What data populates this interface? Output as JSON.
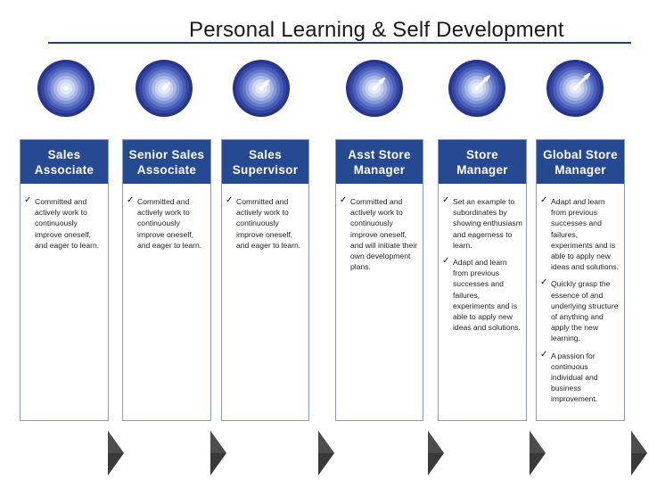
{
  "title": "Personal Learning & Self Development",
  "colors": {
    "accent": "#254a91",
    "rule": "#233f8c",
    "target_outer": "#26348a",
    "target_inner": "#d8e4f8",
    "chevron": "#3a3a3a"
  },
  "stages": [
    {
      "header": [
        "Sales",
        "Associate"
      ],
      "items": [
        "Committed and actively work to continuously improve oneself, and eager to learn."
      ]
    },
    {
      "header": [
        "Senior Sales",
        "Associate"
      ],
      "items": [
        "Committed and actively work to continuously improve oneself, and eager to learn."
      ]
    },
    {
      "header": [
        "Sales",
        "Supervisor"
      ],
      "items": [
        "Committed and actively work to continuously improve oneself, and eager to learn."
      ]
    },
    {
      "header": [
        "Asst Store",
        "Manager"
      ],
      "items": [
        "Committed and actively work to continuously improve oneself, and will initiate their own development plans."
      ]
    },
    {
      "header": [
        "Store",
        "Manager"
      ],
      "items": [
        "Set an example to subordinates by showing enthusiasm and eagerness to learn.",
        "Adapt and learn from previous successes and failures, experiments and is able to apply new ideas and solutions."
      ]
    },
    {
      "header": [
        "Global Store",
        "Manager"
      ],
      "items": [
        "Adapt and learn from previous successes and failures, experiments and is able to apply new ideas and solutions.",
        "Quickly grasp the essence of and underlying structure of anything and apply the new learning.",
        "A passion for continuous individual and business improvement."
      ]
    }
  ],
  "icons": {
    "target": "target-with-arrow-icon",
    "chevron": "chevron-right-icon",
    "bullet": "checkmark-icon"
  }
}
